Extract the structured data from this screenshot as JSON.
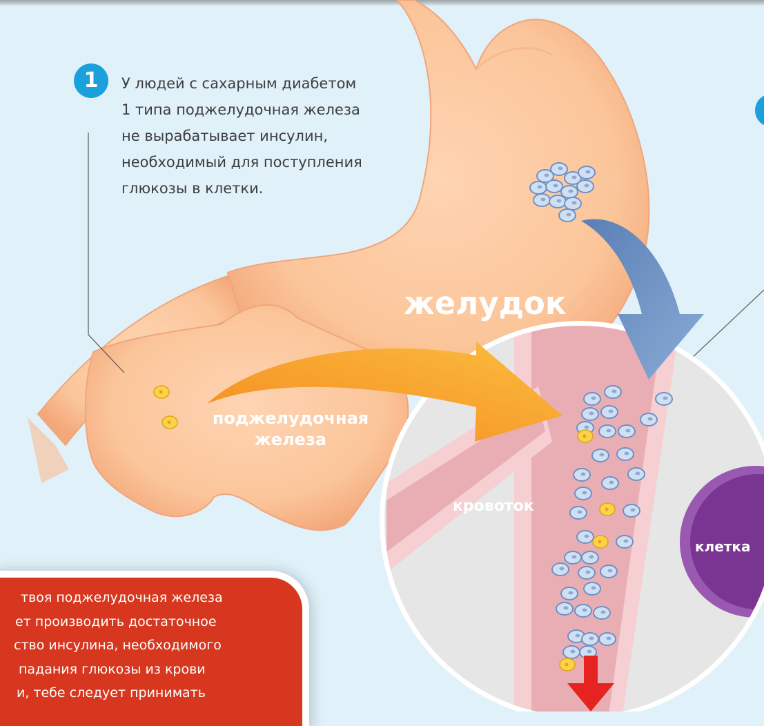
{
  "step1": {
    "number": "1",
    "lines": [
      "У людей с сахарным диабетом",
      "1 типа поджелудочная железа",
      "не вырабатывает инсулин,",
      "необходимый для поступления",
      "глюкозы в клетки."
    ]
  },
  "labels": {
    "stomach": "желудок",
    "pancreas_line1": "поджелудочная",
    "pancreas_line2": "железа",
    "bloodstream": "кровоток",
    "cell": "клетка"
  },
  "callout": {
    "lines": [
      "твоя поджелудочная железа",
      "ет производить достаточное",
      "ство инсулина, необходимого",
      "падания глюкозы из крови",
      "и, тебе следует принимать"
    ]
  },
  "colors": {
    "background": "#e1f1fa",
    "organ": "#fbc8a0",
    "step_badge": "#1aa1dc",
    "callout": "#d6371e",
    "orange_arrow": "#f5a52b",
    "blue_arrow": "#7d9ec9",
    "down_arrow": "#e52421",
    "cell": "#7a3592",
    "vessel": "#e4a6ad"
  },
  "icons": [
    "stomach-illustration",
    "pancreas-illustration",
    "insulin-cell-icon",
    "glucose-cell-icon"
  ]
}
